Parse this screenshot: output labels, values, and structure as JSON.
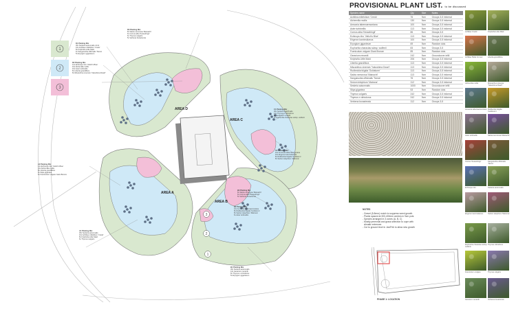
{
  "plan": {
    "areas": [
      "AREA A",
      "AREA B",
      "AREA C",
      "AREA D"
    ],
    "legend": [
      "1",
      "2",
      "3"
    ],
    "zone_markers": [
      "1",
      "2",
      "3"
    ],
    "colors": {
      "zone1": "#d9e8cf",
      "zone2": "#cfe9f7",
      "zone3": "#f3bfd8",
      "dots": "#5d6f86"
    },
    "callouts": [
      {
        "title": "D1 Planting Mix",
        "lines": [
          "30x Sesleria autumnalis 1/m2",
          "10x Achillea millefolium 'Credo'",
          "8x Kniphofia Little Maid",
          "6x Sanguisorba officinalis 'Tanna'",
          "5x Eryngium giganteum"
        ]
      },
      {
        "title": "D2 Planting Mix",
        "lines": [
          "12x Echinops ritro 'Veitch's Blue'",
          "10x Alchemilla mollis",
          "10x Aster turbinellis",
          "8x Libertia grandiflora",
          "8x Miscanthus sinensis 'Yakushima Dwarf'"
        ]
      },
      {
        "title": "D3 Planting Mix",
        "lines": [
          "8x Salvia nemorosa 'Mainacht'",
          "6x Cornus alba 'Kesselringii'",
          "6x Thymus vulgaris",
          "5x Verbena bonariensis"
        ]
      },
      {
        "title": "C1 Planting Mix",
        "lines": [
          "30x Sesleria autumnalis",
          "12x Thymus x citriodorus",
          "8x Geranium renardii",
          "6x Euphorbia characias subsp. wulfenii"
        ]
      },
      {
        "title": "C2 Planting Mix",
        "lines": [
          "10x Amsonia tabernaemontana",
          "10x Erigeron karvinskianus",
          "8x Rudbeckia fulgida 'Goldsturm'",
          "8x Sedum telephium 'Matrona'"
        ]
      },
      {
        "title": "A2 Planting Mix",
        "lines": [
          "12x Echinops ritro 'Veitch's Blue'",
          "10x Alchemilla mollis",
          "8x Libertia grandiflora",
          "6x Stipa gigantea",
          "6x Foeniculum vulgare Giant Bronze"
        ]
      },
      {
        "title": "A1 Planting Mix",
        "lines": [
          "30x Sesleria autumnalis",
          "10x Achillea millefolium 'Credo'",
          "8x Kniphofia Little Maid",
          "6x Thymus vulgaris"
        ]
      },
      {
        "title": "B3 Planting Mix",
        "lines": [
          "8x Salvia nemorosa 'Mainacht'",
          "6x Cornus alba 'Kesselringii'",
          "5x Verbena bonariensis"
        ]
      },
      {
        "title": "B2 Planting Mix",
        "lines": [
          "10x Amsonia tabernaemontana",
          "8x Rudbeckia fulgida 'Goldsturm'",
          "8x Sedum telephium 'Matrona'",
          "6x Aster turbinellis"
        ]
      },
      {
        "title": "B1 Planting Mix",
        "lines": [
          "30x Sesleria autumnalis",
          "12x Geranium renardii",
          "8x Thymus x citriodorus",
          "5x Eryngium giganteum"
        ]
      }
    ]
  },
  "plant_list": {
    "title": "PROVISIONAL PLANT LIST.",
    "subtitle": "to be discussed",
    "headers": [
      "Species name",
      "Qty",
      "Size",
      "Notes"
    ],
    "rows": [
      [
        "Achillea millefolium 'Credo'",
        "76",
        "9cm",
        "Groups 3-5 informal"
      ],
      [
        "Alchemilla mollis",
        "130",
        "9cm",
        "Groups 3-5 informal"
      ],
      [
        "Amsonia tabernaemontana",
        "100",
        "9cm",
        "Groups 3-5 informal"
      ],
      [
        "Aster turbinellis",
        "113",
        "9cm",
        "Groups 3-5 informal"
      ],
      [
        "Cornus alba 'Kesselringii'",
        "86",
        "9cm",
        "Groups 3-5"
      ],
      [
        "Echinops ritro 'Veitch's Blue'",
        "113",
        "9cm",
        "Groups 3-5 informal"
      ],
      [
        "Erigeron karvinskianus",
        "100",
        "9cm",
        "Groups 3-5 informal"
      ],
      [
        "Eryngium giganteum",
        "69",
        "9cm",
        "Random dots"
      ],
      [
        "Euphorbia characias subsp. wulfenii",
        "83",
        "9cm",
        "Groups 3-5"
      ],
      [
        "Foeniculum vulgare Giant Bronze",
        "85",
        "9cm",
        "Random dots"
      ],
      [
        "Geranium renardii",
        "242",
        "9cm",
        "Groundcover infill"
      ],
      [
        "Kniphofia Little Maid",
        "206",
        "9cm",
        "Groups 3-5 informal"
      ],
      [
        "Libertia grandiflora",
        "113",
        "9cm",
        "Groups 3-5 informal"
      ],
      [
        "Miscanthus sinensis 'Yakushima Dwarf'",
        "113",
        "9cm",
        "Groups 3-5 informal"
      ],
      [
        "Rudbeckia fulgida 'Goldsturm'",
        "113",
        "9cm",
        "Groups 3-5 informal"
      ],
      [
        "Salvia nemorosa 'Mainacht'",
        "113",
        "9cm",
        "Groups 3-5 informal"
      ],
      [
        "Sanguisorba officinalis 'Tanna'",
        "76",
        "9cm",
        "Groups 3-5 informal"
      ],
      [
        "Sedum telephium 'Matrona'",
        "112",
        "9cm",
        "Groups 3-5 informal"
      ],
      [
        "Sesleria autumnalis",
        "1000",
        "9cm",
        "Groundcover infill"
      ],
      [
        "Stipa gigantea",
        "53",
        "9cm",
        "Random dots"
      ],
      [
        "Thymus vulgaris",
        "242",
        "9cm",
        "Groups 3-5 informal"
      ],
      [
        "Thymus x citriodorus",
        "242",
        "9cm",
        "Groups 3-5 informal"
      ],
      [
        "Verbena bonariensis",
        "112",
        "9cm",
        "Groups 3-5"
      ]
    ]
  },
  "notes": {
    "title": "NOTES",
    "items": [
      "- Gravel (5-8mm) mulch to suppress weed growth",
      "- Plants spaced at 300-400mm centres in 9cm pots",
      "- Species arranged in 3 zones (A, B, C)",
      "- Mostly perennial and grass selection to cope with",
      "  climatic extremes",
      "- Cut to ground level in Jan/Feb to allow new growth"
    ]
  },
  "location": {
    "label": "PHASE 1: LOCATION"
  },
  "photos": [
    {
      "caption": "Achillea 'Credo'",
      "color": "#8a9a3a"
    },
    {
      "caption": "Kniphofia Little Maid",
      "color": "#a4b05a"
    },
    {
      "caption": "Achillea 'Bella Cronos'",
      "color": "#d8724a"
    },
    {
      "caption": "Libertia grandiflora",
      "color": "#6f7a5a"
    },
    {
      "caption": "Alchemilla mollis",
      "color": "#8ab83a"
    },
    {
      "caption": "Miscanthus sinensis 'Yakushima Dwarf'",
      "color": "#b6a89a"
    },
    {
      "caption": "Amsonia tabernaemontana",
      "color": "#5d7890"
    },
    {
      "caption": "Rudbeckia fulgida 'Goldsturm'",
      "color": "#c89a2a"
    },
    {
      "caption": "Aster turbinellis",
      "color": "#8a7090"
    },
    {
      "caption": "Salvia nemorosa 'Mainacht'",
      "color": "#7a4fa0"
    },
    {
      "caption": "Cornus 'Kesselringii'",
      "color": "#a8403a"
    },
    {
      "caption": "Sanguisorba officinalis 'Tanna'",
      "color": "#7a5a3a"
    },
    {
      "caption": "Echinops ritro",
      "color": "#5a70b8"
    },
    {
      "caption": "Sesleria autumnalis",
      "color": "#8aa05a"
    },
    {
      "caption": "Erigeron karvinskianus",
      "color": "#b89aa0"
    },
    {
      "caption": "Sedum telephium 'Matrona'",
      "color": "#a05a78"
    },
    {
      "caption": "Euphorbia characias subsp. wulfenii",
      "color": "#7a9a4a"
    },
    {
      "caption": "Thymus citriodorus",
      "color": "#a8b0a0"
    },
    {
      "caption": "Foeniculum vulgare",
      "color": "#b8c83a"
    },
    {
      "caption": "Thymus vulgaris",
      "color": "#8a78b0"
    },
    {
      "caption": "Geranium renardii",
      "color": "#6a8a5a"
    },
    {
      "caption": "Verbena bonariensis",
      "color": "#6a5a90"
    }
  ]
}
